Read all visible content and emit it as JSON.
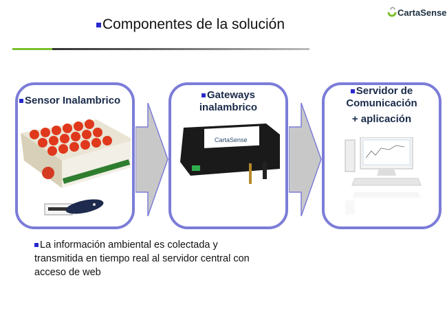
{
  "title": "Componentes de la solución",
  "logo": "CartaSense",
  "colors": {
    "accent_border": "#7c7cd8",
    "bullet": "#2a2acc",
    "green_rule": "#78c02a",
    "arrow": "#c8c8c8"
  },
  "components": [
    {
      "title": "Sensor Inalambrico",
      "image": "tomato-box-and-sensor-tag"
    },
    {
      "title": "Gateways inalambrico",
      "line1": "Gateways",
      "line2": "inalambrico",
      "image": "gateway-device",
      "device_label": "CartaSense"
    },
    {
      "line1": "Servidor de",
      "line2": "Comunicación",
      "line3": "+ aplicación",
      "image": "desktop-computer"
    }
  ],
  "description": {
    "line1": "La información ambiental es colectada y",
    "line2": "transmitida en tiempo real al servidor central con",
    "line3": "acceso de web"
  }
}
